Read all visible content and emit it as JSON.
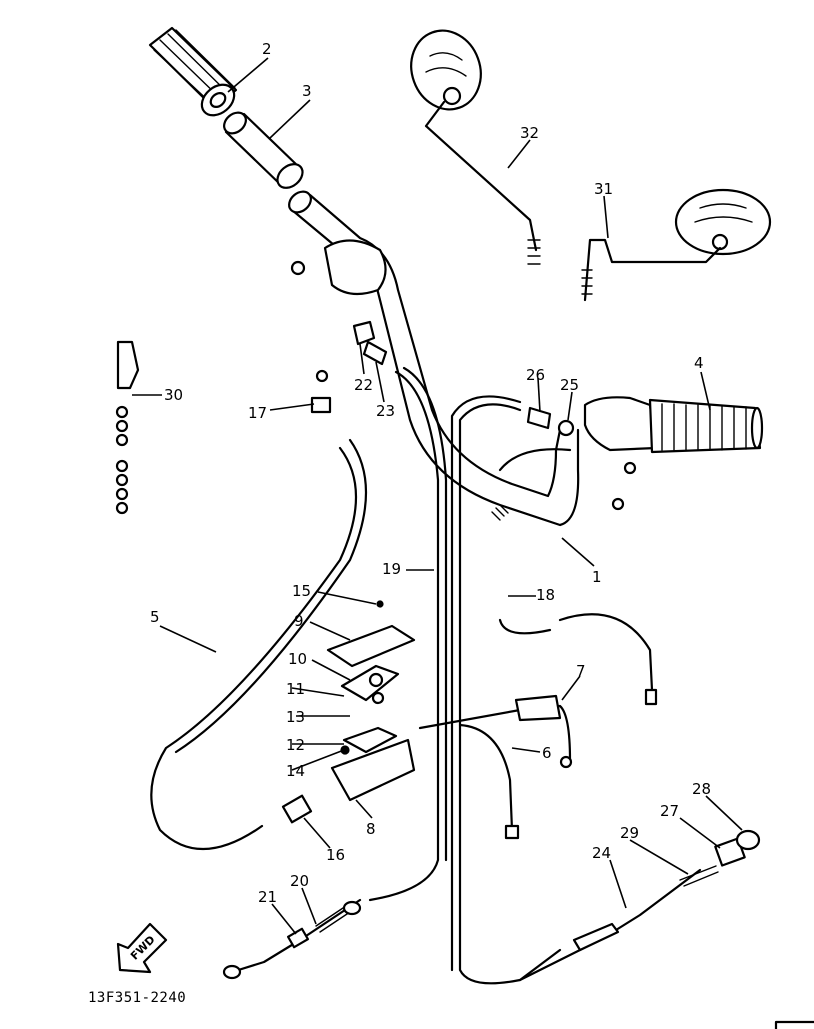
{
  "diagram": {
    "reference_code": "13F351-2240",
    "direction_arrow": "FWD",
    "callouts": [
      {
        "id": "c1",
        "label": "1"
      },
      {
        "id": "c2",
        "label": "2"
      },
      {
        "id": "c3",
        "label": "3"
      },
      {
        "id": "c4",
        "label": "4"
      },
      {
        "id": "c5",
        "label": "5"
      },
      {
        "id": "c6",
        "label": "6"
      },
      {
        "id": "c7",
        "label": "7"
      },
      {
        "id": "c8",
        "label": "8"
      },
      {
        "id": "c9",
        "label": "9"
      },
      {
        "id": "c10",
        "label": "10"
      },
      {
        "id": "c11",
        "label": "11"
      },
      {
        "id": "c12",
        "label": "12"
      },
      {
        "id": "c13",
        "label": "13"
      },
      {
        "id": "c14",
        "label": "14"
      },
      {
        "id": "c15",
        "label": "15"
      },
      {
        "id": "c16",
        "label": "16"
      },
      {
        "id": "c17",
        "label": "17"
      },
      {
        "id": "c18",
        "label": "18"
      },
      {
        "id": "c19",
        "label": "19"
      },
      {
        "id": "c20",
        "label": "20"
      },
      {
        "id": "c21",
        "label": "21"
      },
      {
        "id": "c22",
        "label": "22"
      },
      {
        "id": "c23",
        "label": "23"
      },
      {
        "id": "c24",
        "label": "24"
      },
      {
        "id": "c25",
        "label": "25"
      },
      {
        "id": "c26",
        "label": "26"
      },
      {
        "id": "c27",
        "label": "27"
      },
      {
        "id": "c28",
        "label": "28"
      },
      {
        "id": "c29",
        "label": "29"
      },
      {
        "id": "c30",
        "label": "30"
      },
      {
        "id": "c31",
        "label": "31"
      },
      {
        "id": "c32",
        "label": "32"
      }
    ]
  }
}
